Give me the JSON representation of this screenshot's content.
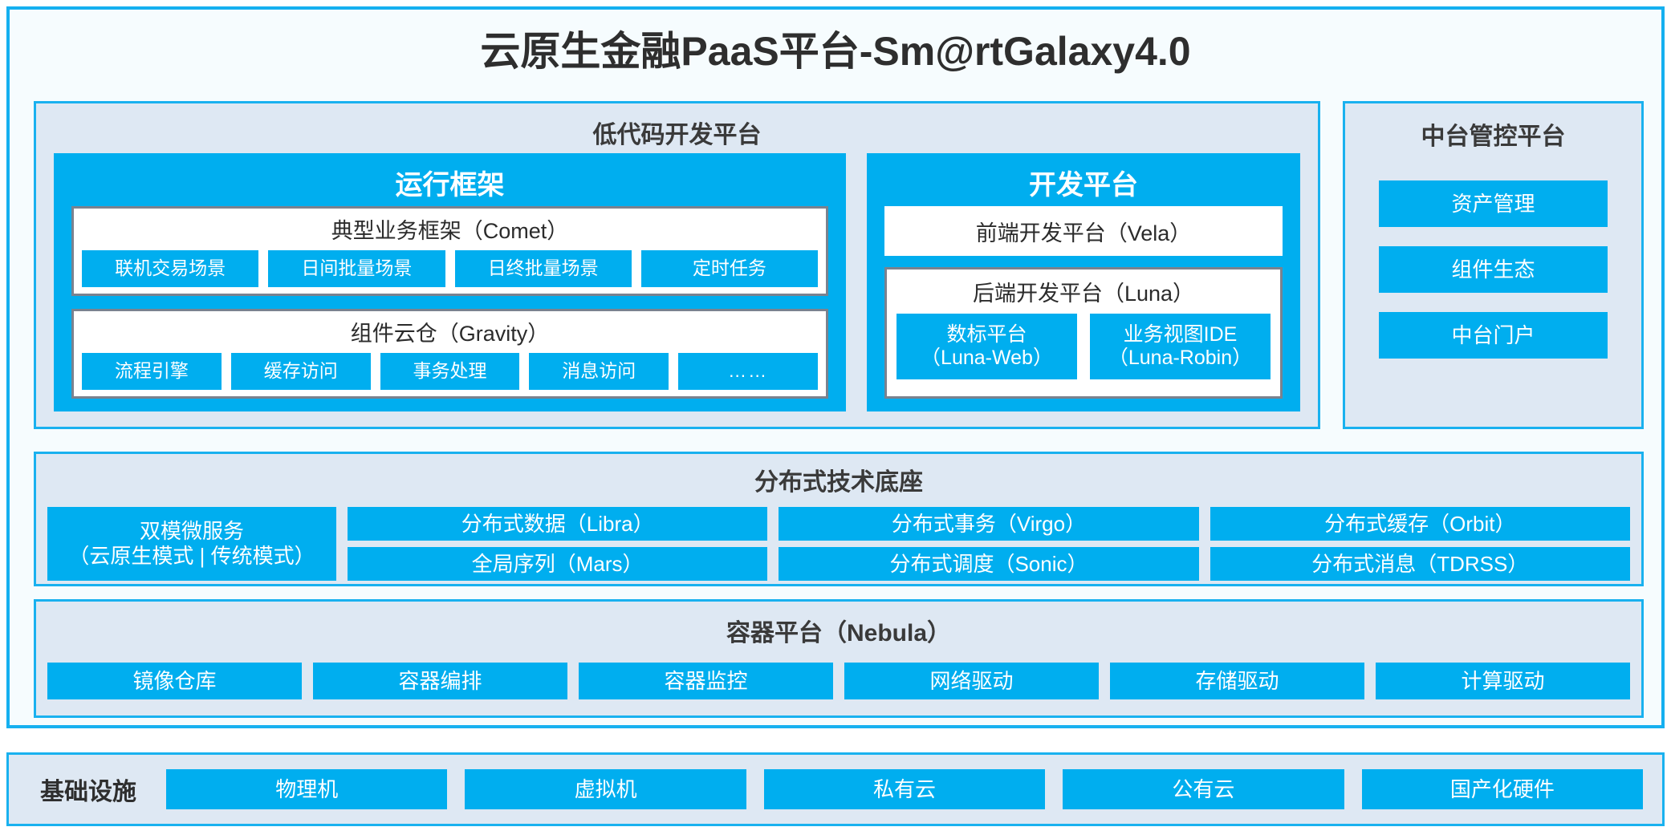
{
  "header": {
    "title": "云原生金融PaaS平台-Sm@rtGalaxy4.0"
  },
  "colors": {
    "accent_blue": "#00AEEF",
    "panel_bg": "#DEE8F3",
    "panel_border": "#19B1EF",
    "frame_border": "#15B0F0",
    "frame_bg": "#F6FCFE",
    "white_box_border": "#7A828F",
    "text_dark": "#2E2E2E"
  },
  "lowcode": {
    "title": "低代码开发平台",
    "runtime": {
      "title": "运行框架",
      "comet": {
        "title": "典型业务框架（Comet）",
        "items": [
          "联机交易场景",
          "日间批量场景",
          "日终批量场景",
          "定时任务"
        ]
      },
      "gravity": {
        "title": "组件云仓（Gravity）",
        "items": [
          "流程引擎",
          "缓存访问",
          "事务处理",
          "消息访问",
          "……"
        ]
      }
    },
    "dev": {
      "title": "开发平台",
      "vela": "前端开发平台（Vela）",
      "luna": {
        "title": "后端开发平台（Luna）",
        "items": [
          {
            "line1": "数标平台",
            "line2": "（Luna-Web）"
          },
          {
            "line1": "业务视图IDE",
            "line2": "（Luna-Robin）"
          }
        ]
      }
    }
  },
  "midplat": {
    "title": "中台管控平台",
    "items": [
      "资产管理",
      "组件生态",
      "中台门户"
    ]
  },
  "dist": {
    "title": "分布式技术底座",
    "left": {
      "line1": "双模微服务",
      "line2": "（云原生模式 | 传统模式）"
    },
    "columns": [
      [
        "分布式数据（Libra）",
        "全局序列（Mars）"
      ],
      [
        "分布式事务（Virgo）",
        "分布式调度（Sonic）"
      ],
      [
        "分布式缓存（Orbit）",
        "分布式消息（TDRSS）"
      ]
    ]
  },
  "nebula": {
    "title": "容器平台（Nebula）",
    "items": [
      "镜像仓库",
      "容器编排",
      "容器监控",
      "网络驱动",
      "存储驱动",
      "计算驱动"
    ]
  },
  "infra": {
    "label": "基础设施",
    "items": [
      "物理机",
      "虚拟机",
      "私有云",
      "公有云",
      "国产化硬件"
    ]
  }
}
